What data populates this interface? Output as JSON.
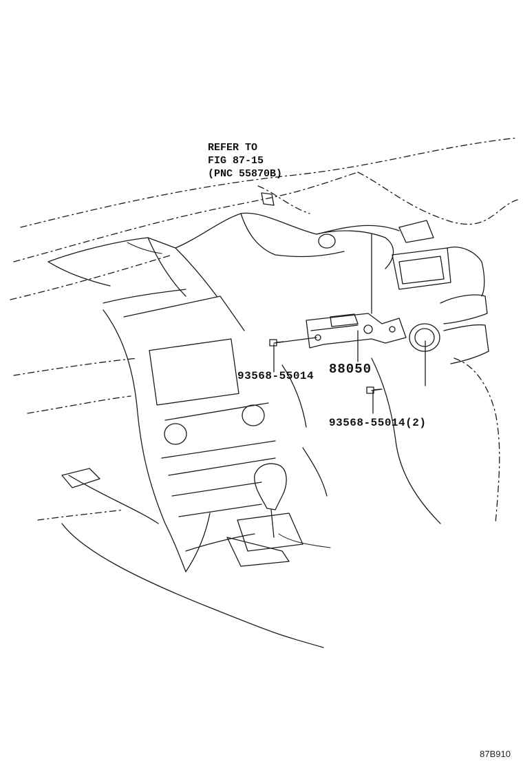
{
  "reference_note": {
    "line1": "REFER TO",
    "line2": "FIG 87-15",
    "line3": "(PNC 55870B)"
  },
  "callouts": {
    "bracket_part": "88050",
    "bolt_left": "93568-55014",
    "bolt_right": "93568-55014(2)"
  },
  "sheet_code": "87B910",
  "colors": {
    "line": "#1a1a1a",
    "background": "#ffffff"
  }
}
